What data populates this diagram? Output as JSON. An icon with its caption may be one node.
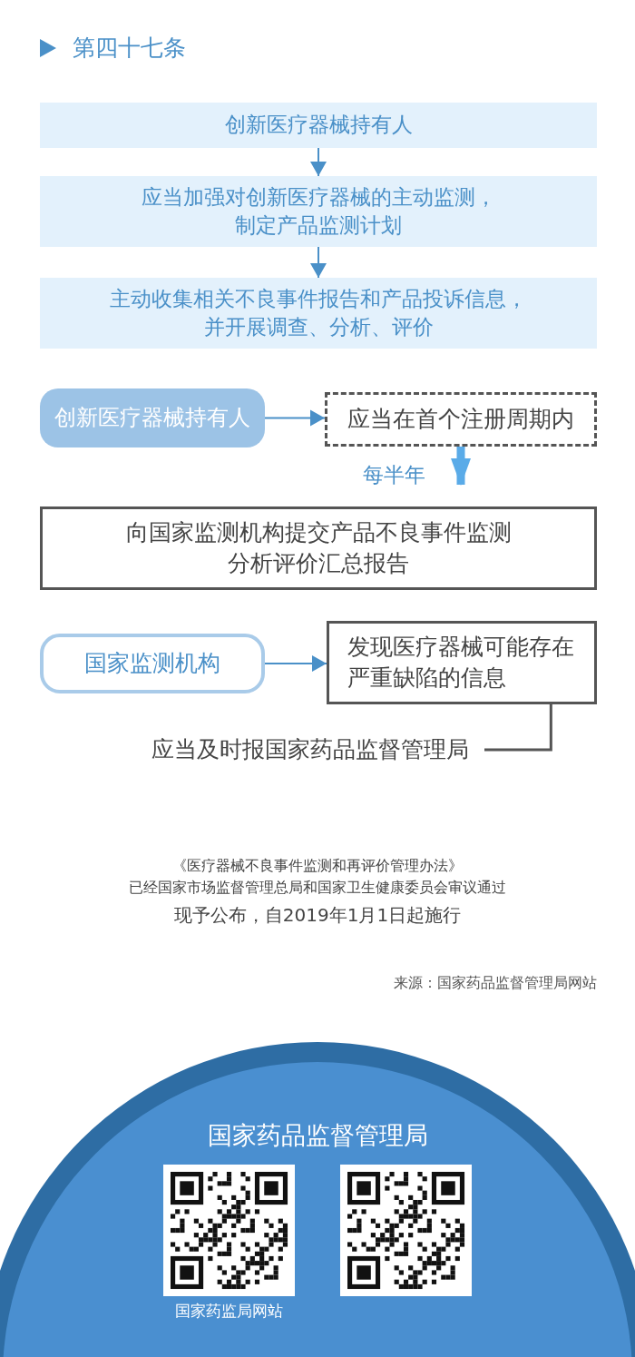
{
  "diagram": {
    "title": "第四十七条",
    "nodes": [
      {
        "text": [
          "创新医疗器械持有人"
        ]
      },
      {
        "text": [
          "应当加强对创新医疗器械的主动监测，制定产品监测计划"
        ]
      },
      {
        "text": [
          "主动收集相关不良事件报告和产品投诉信息，并开展调查、分析、评价"
        ]
      },
      {
        "text": [
          "创新医疗器械持有人"
        ]
      },
      {
        "text": [
          "应当在首个注册周期内"
        ]
      },
      {
        "text": [
          "向国家监测机构提交产品不良事件监测分析评价汇总报告"
        ]
      },
      {
        "text": [
          "国家监测机构"
        ]
      },
      {
        "text": [
          "发现医疗器械可能存在严重缺陷的信息"
        ]
      },
      {
        "text": [
          "应当及时报国家药品监督管理局"
        ]
      }
    ],
    "edges": [
      {
        "from": 0,
        "to": 1,
        "arrow": "to"
      },
      {
        "from": 1,
        "to": 2,
        "arrow": "to"
      },
      {
        "from": 3,
        "to": 4,
        "arrow": "to"
      },
      {
        "from": 4,
        "to": 5,
        "arrow": "to",
        "label": "每半年",
        "style": "thick",
        "color": "#5aabe8"
      },
      {
        "from": 6,
        "to": 7,
        "arrow": "to"
      },
      {
        "from": 7,
        "to": 8,
        "arrow": "none",
        "color": "#555555"
      }
    ],
    "labels": [
      "《医疗器械不良事件监测和再评价管理办法》",
      "已经国家市场监督管理总局和国家卫生健康委员会审议通过",
      "现予公布，自2019年1月1日起施行",
      "来源：国家药品监督管理局网站",
      "国家药品监督管理局",
      "国家药监局网站"
    ]
  }
}
